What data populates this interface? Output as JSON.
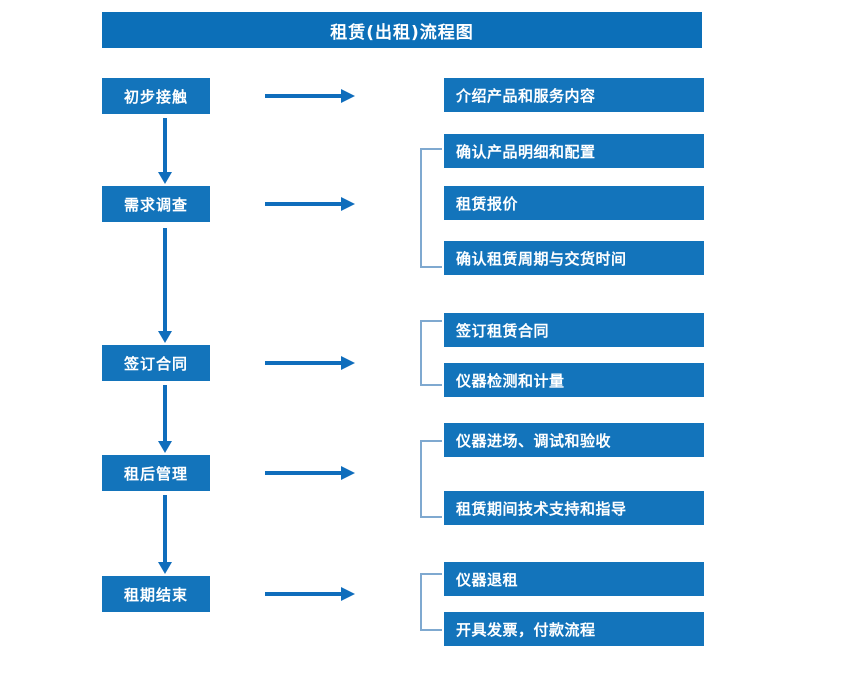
{
  "diagram": {
    "title": "租赁(出租)流程图",
    "colors": {
      "title_bar": "#0C6FB8",
      "box_fill": "#1374BB",
      "box_text": "#FFFFFF",
      "arrow": "#0F6DBC",
      "bracket": "#7FA9D0",
      "background": "#FFFFFF"
    },
    "stages": [
      {
        "id": "stage-1",
        "label": "初步接触"
      },
      {
        "id": "stage-2",
        "label": "需求调查"
      },
      {
        "id": "stage-3",
        "label": "签订合同"
      },
      {
        "id": "stage-4",
        "label": "租后管理"
      },
      {
        "id": "stage-5",
        "label": "租期结束"
      }
    ],
    "details": [
      {
        "id": "detail-1-1",
        "stage": "初步接触",
        "label": "介绍产品和服务内容"
      },
      {
        "id": "detail-2-1",
        "stage": "需求调查",
        "label": "确认产品明细和配置"
      },
      {
        "id": "detail-2-2",
        "stage": "需求调查",
        "label": "租赁报价"
      },
      {
        "id": "detail-2-3",
        "stage": "需求调查",
        "label": "确认租赁周期与交货时间"
      },
      {
        "id": "detail-3-1",
        "stage": "签订合同",
        "label": "签订租赁合同"
      },
      {
        "id": "detail-3-2",
        "stage": "签订合同",
        "label": "仪器检测和计量"
      },
      {
        "id": "detail-4-1",
        "stage": "租后管理",
        "label": "仪器进场、调试和验收"
      },
      {
        "id": "detail-4-2",
        "stage": "租后管理",
        "label": "租赁期间技术支持和指导"
      },
      {
        "id": "detail-5-1",
        "stage": "租期结束",
        "label": "仪器退租"
      },
      {
        "id": "detail-5-2",
        "stage": "租期结束",
        "label": "开具发票，付款流程"
      }
    ],
    "flow_sequence": [
      "初步接触",
      "需求调查",
      "签订合同",
      "租后管理",
      "租期结束"
    ]
  }
}
